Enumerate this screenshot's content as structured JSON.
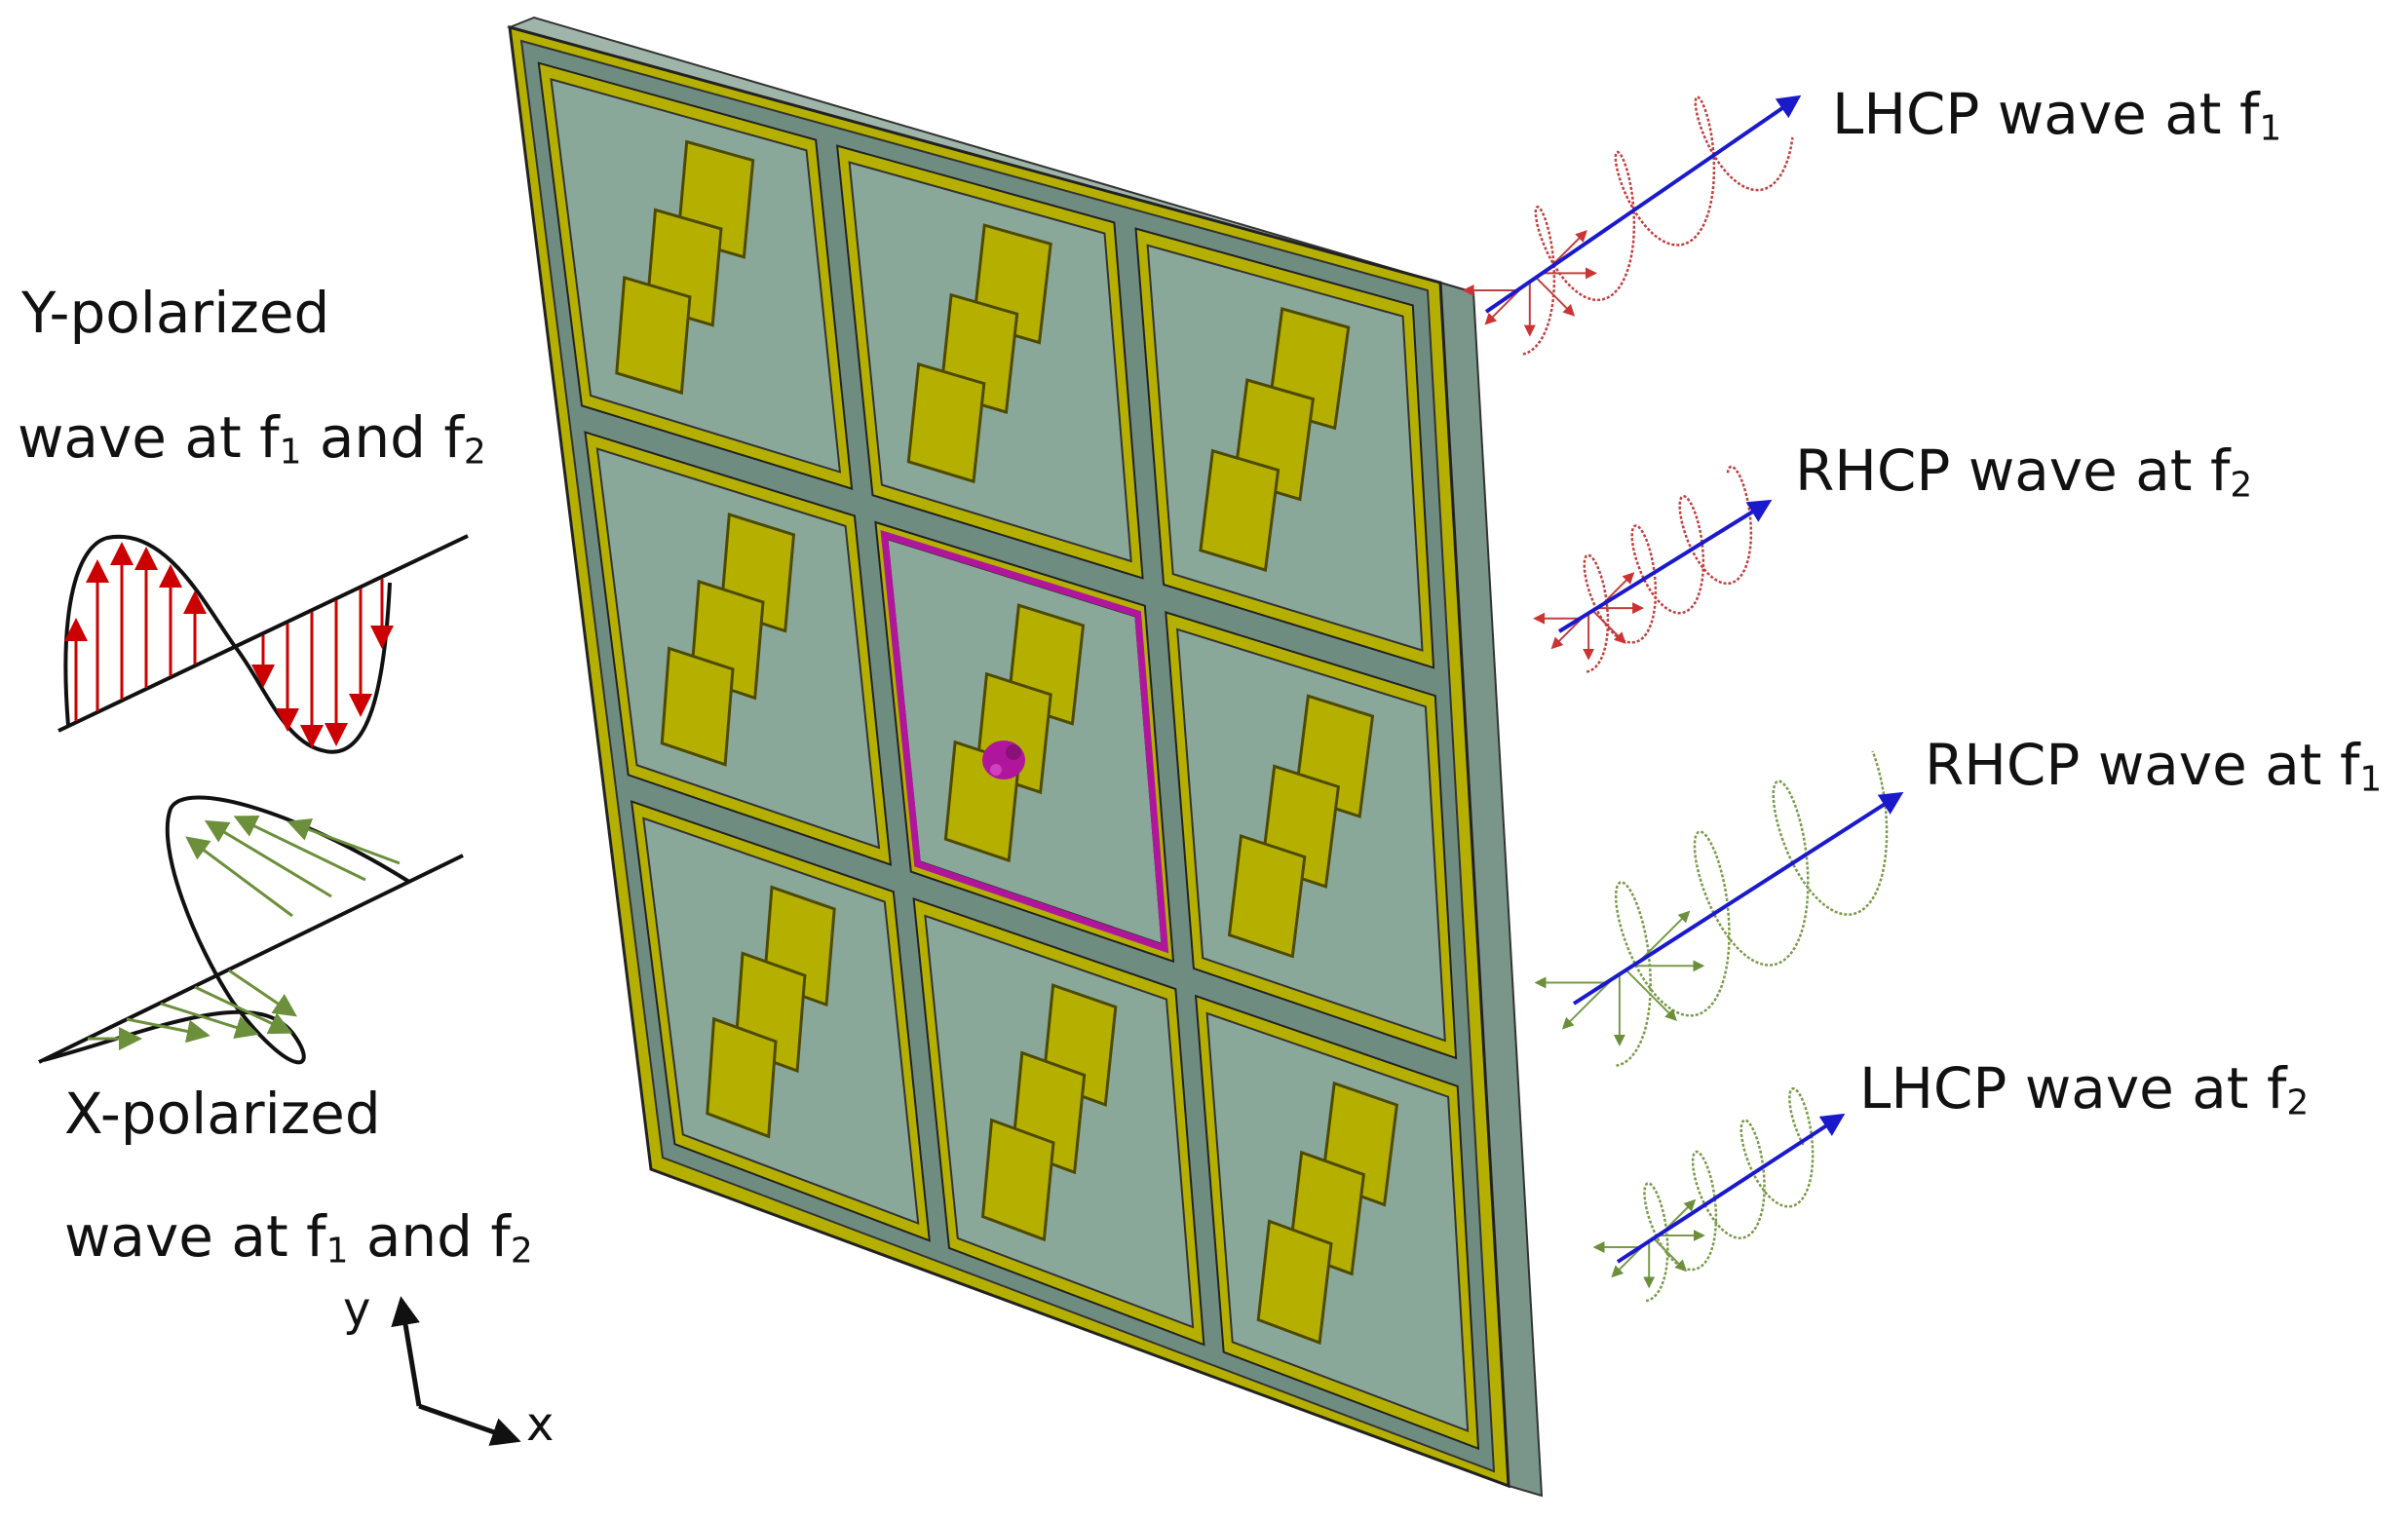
{
  "labels": {
    "y_pol_line1": "Y-polarized",
    "y_pol_line2_prefix": "wave at f",
    "y_pol_line2_sub1": "1",
    "y_pol_line2_mid": " and f",
    "y_pol_line2_sub2": "2",
    "x_pol_line1": "X-polarized",
    "x_pol_line2_prefix": "wave at f",
    "x_pol_line2_sub1": "1",
    "x_pol_line2_mid": " and f",
    "x_pol_line2_sub2": "2",
    "out1_prefix": "LHCP wave at f",
    "out1_sub": "1",
    "out2_prefix": "RHCP wave at f",
    "out2_sub": "2",
    "out3_prefix": "RHCP wave at f",
    "out3_sub": "1",
    "out4_prefix": "LHCP wave at f",
    "out4_sub": "2",
    "axis_y": "y",
    "axis_x": "x"
  },
  "colors": {
    "substrate": "#8aa89a",
    "substrate_edge": "#6f8c80",
    "metal": "#b5b000",
    "metal_dark": "#4d4a00",
    "highlight": "#b0169c",
    "red_wave": "#cc0000",
    "green_wave": "#6b8f3a",
    "arrow_blue": "#1a1acc"
  },
  "diagram": {
    "grid_rows": 3,
    "grid_cols": 3,
    "highlighted_cell": "center",
    "components": [
      "y-polarized-incident-wave",
      "x-polarized-incident-wave",
      "metasurface-3x3-unit-cells",
      "lhcp-f1-output",
      "rhcp-f2-output",
      "rhcp-f1-output",
      "lhcp-f2-output",
      "coordinate-axes"
    ]
  }
}
